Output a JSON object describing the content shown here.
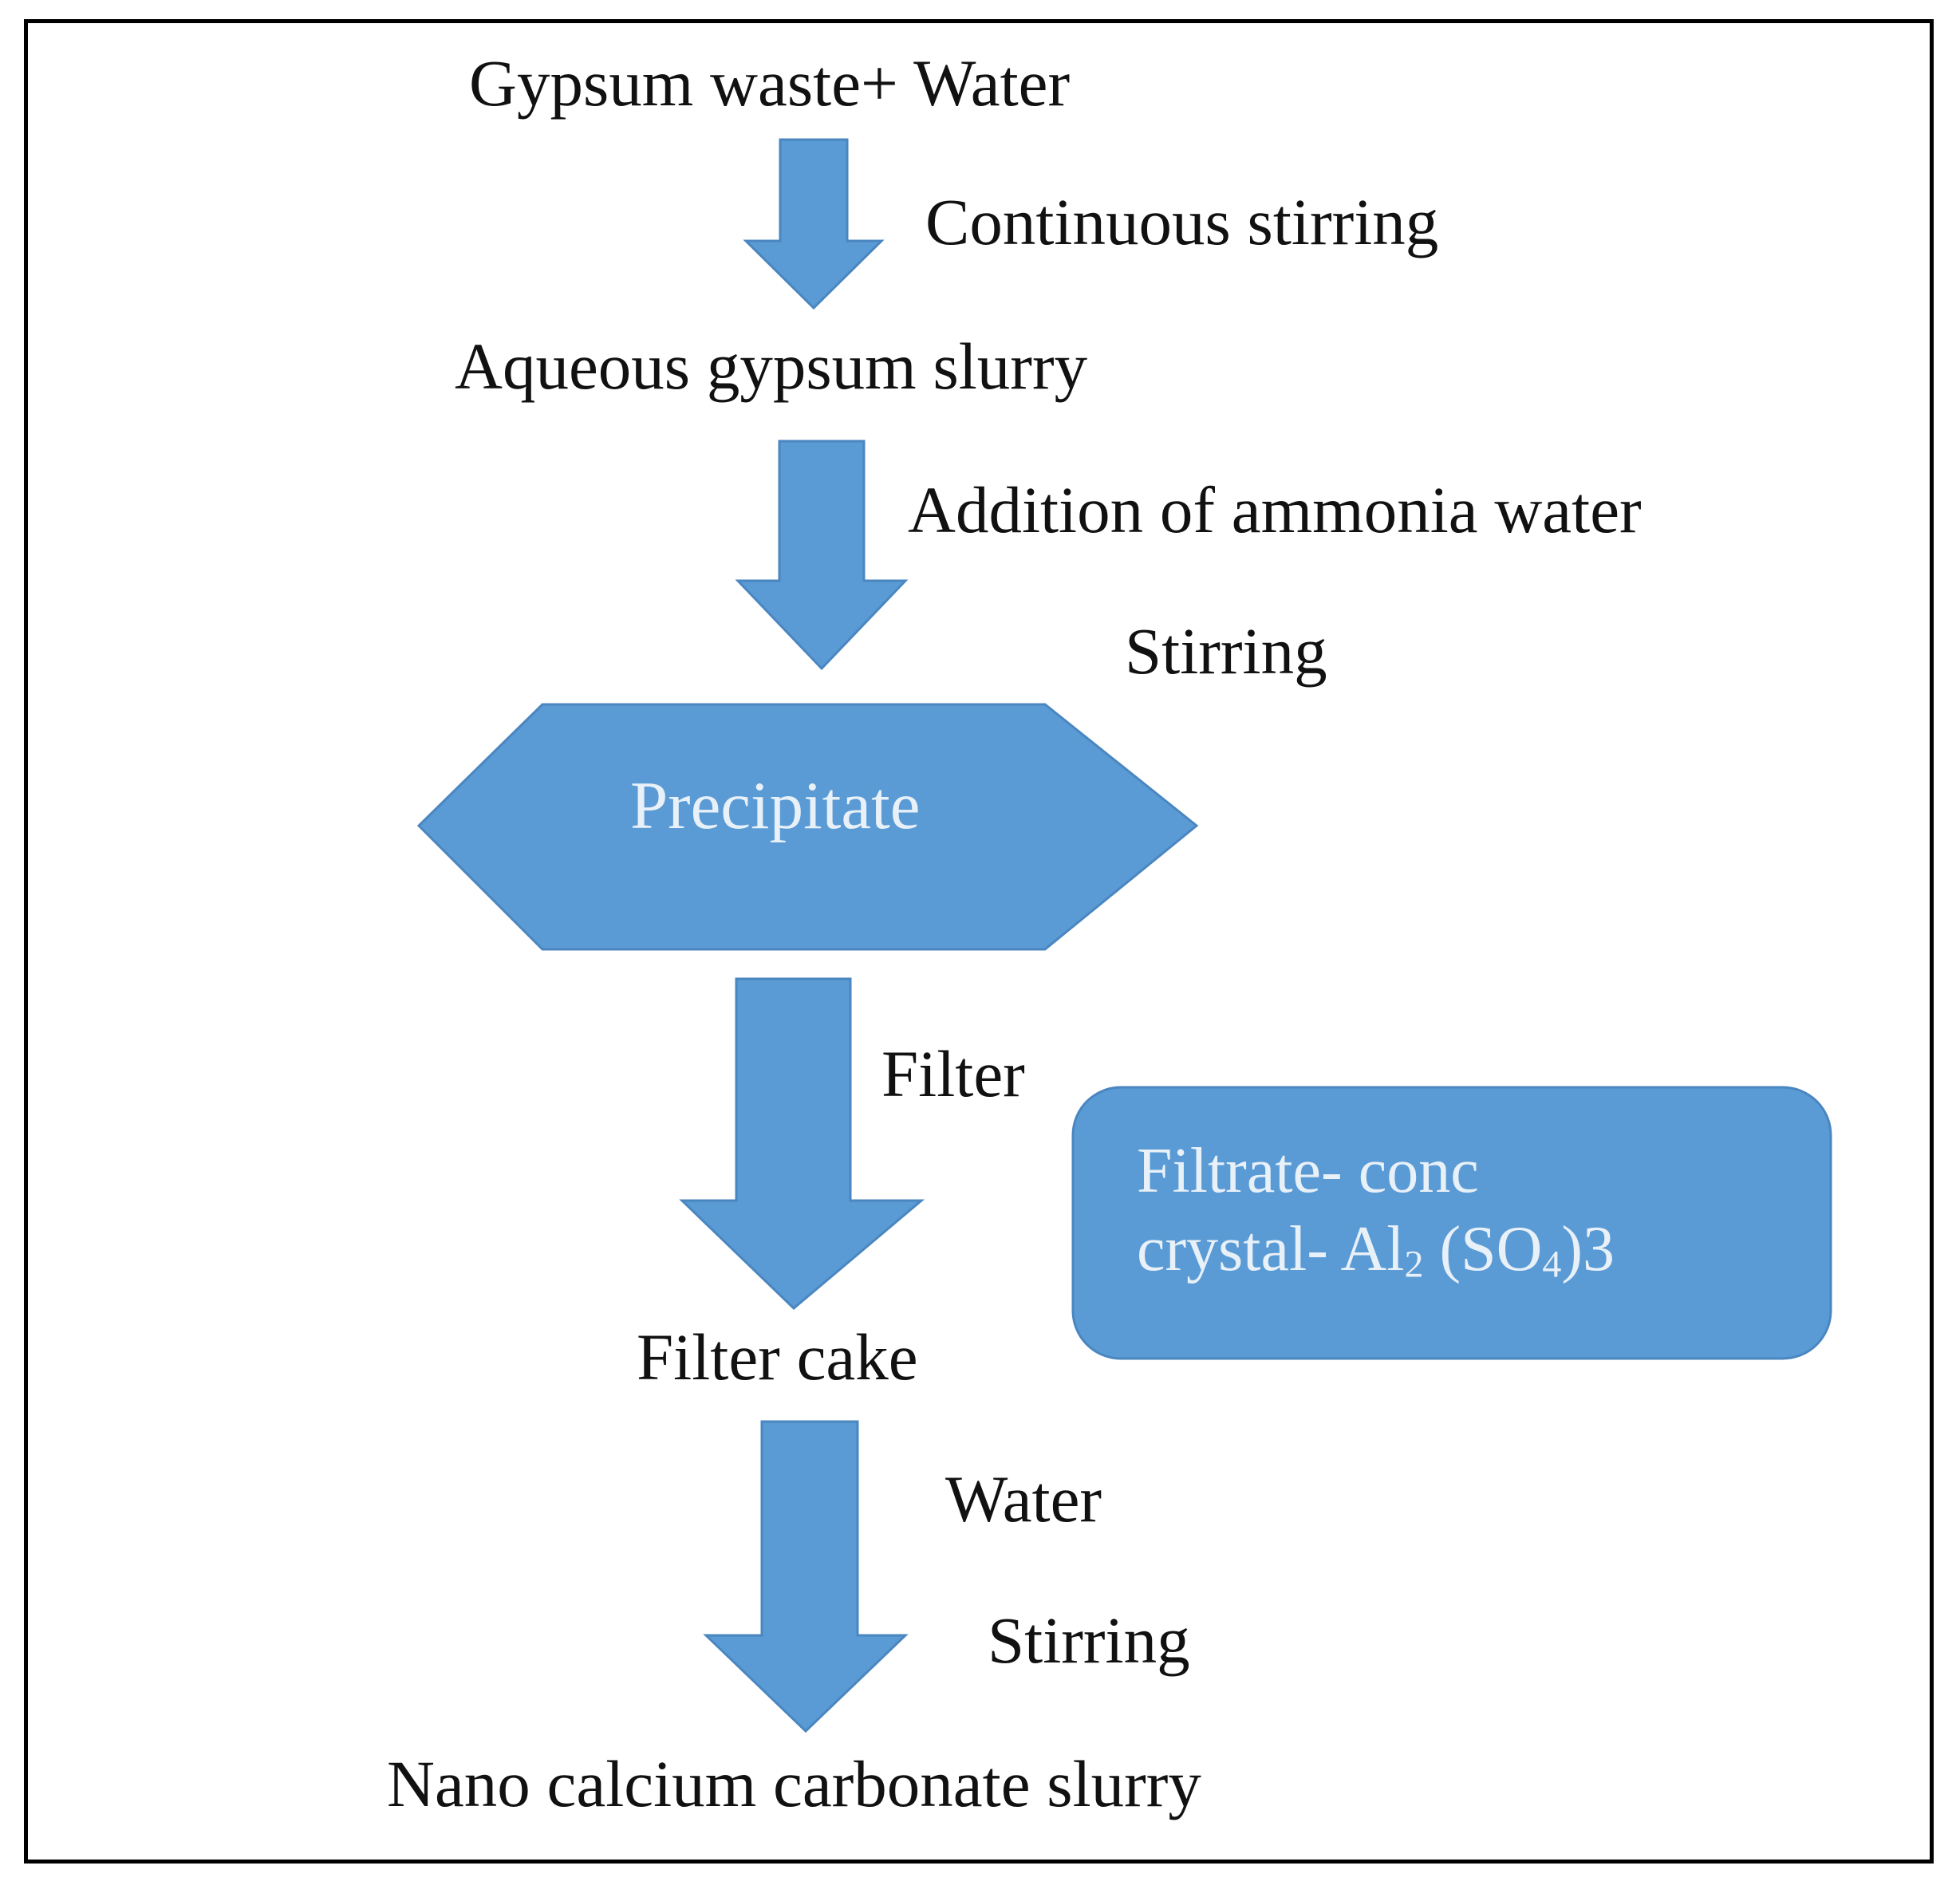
{
  "steps": {
    "start": "Gypsum waste+ Water",
    "slurry": "Aqueous gypsum slurry",
    "precipitate": "Precipitate",
    "filter_cake": "Filter cake",
    "end": "Nano calcium carbonate slurry"
  },
  "actions": {
    "continuous_stirring": "Continuous stirring",
    "addition": "Addition of ammonia water",
    "stirring_1": "Stirring",
    "filter": "Filter",
    "water": "Water",
    "stirring_2": "Stirring"
  },
  "filtrate_box": {
    "line1": "Filtrate- conc",
    "line2_prefix": "crystal- Al",
    "sub_2": "2",
    "mid_text": " (SO",
    "sub_4": "4",
    "line2_suffix": ")3"
  },
  "colors": {
    "shape_fill": "#5b9bd5",
    "shape_stroke": "#4a86c0",
    "text": "#111111"
  }
}
